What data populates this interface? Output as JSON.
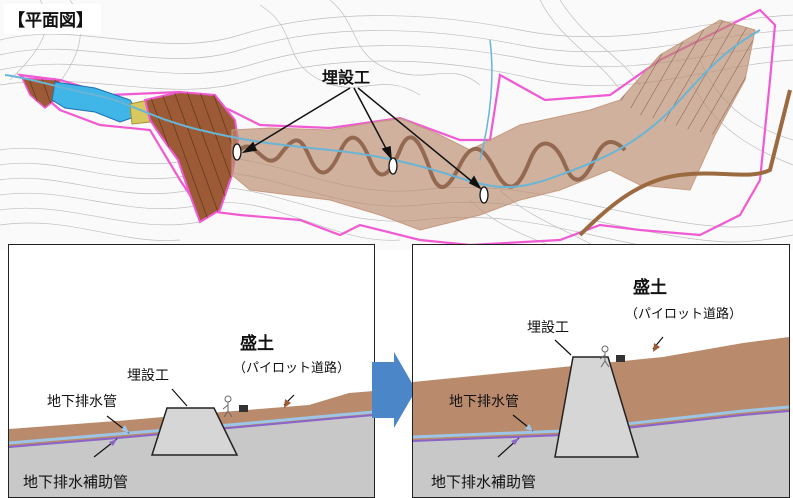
{
  "plan": {
    "title": "【平面図】",
    "buried_label": "埋設工"
  },
  "section_left": {
    "fill_label": "盛土",
    "fill_sub": "（パイロット道路）",
    "buried_label": "埋設工",
    "drain_label": "地下排水管",
    "aux_drain_label": "地下排水補助管"
  },
  "section_right": {
    "fill_label": "盛土",
    "fill_sub": "（パイロット道路）",
    "buried_label": "埋設工",
    "drain_label": "地下排水管",
    "aux_drain_label": "地下排水補助管"
  },
  "colors": {
    "fill_soil": "#b98b6c",
    "ground": "#c8c8c8",
    "buried_structure": "#d6d6d6",
    "drain_pipe": "#9dc6e6",
    "aux_drain_pipe": "#8a64c8",
    "boundary": "#f05ad2",
    "pond": "#3fb5e8",
    "hatched_area": "#9c5a36",
    "arrow": "#4a86c8"
  }
}
